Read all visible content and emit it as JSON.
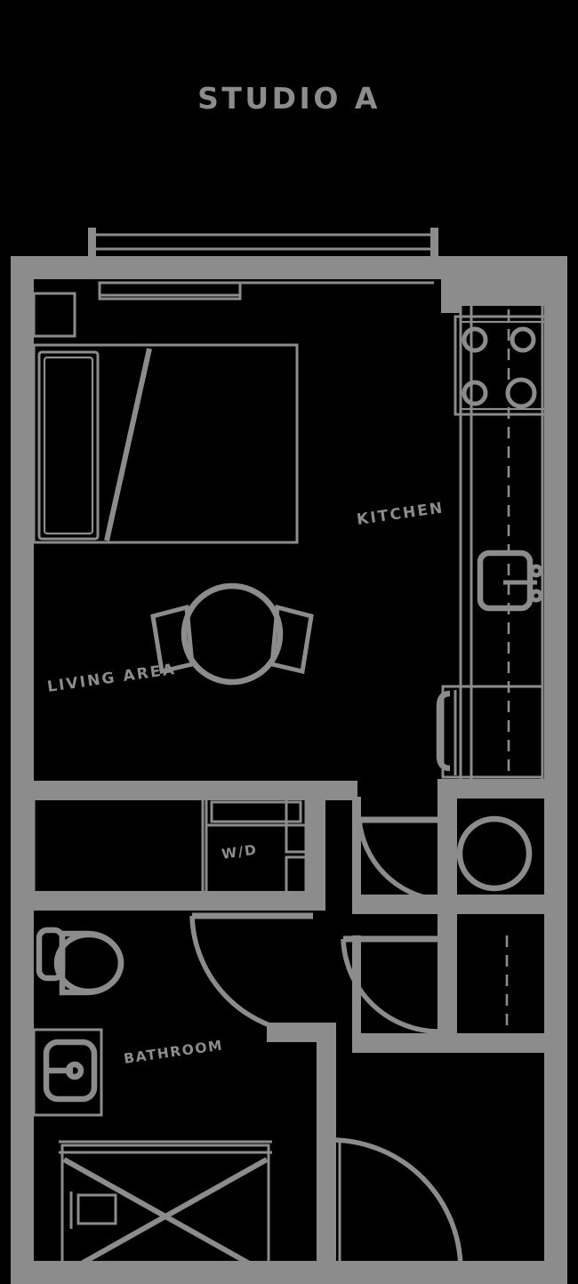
{
  "plan": {
    "title": "STUDIO A",
    "unit_type": "studio-apartment-floor-plan",
    "colors": {
      "background": "#000000",
      "line": "#8c8c8c"
    },
    "rooms": [
      {
        "key": "living",
        "label": "LIVING AREA",
        "rotation_deg": -8
      },
      {
        "key": "kitchen",
        "label": "KITCHEN",
        "rotation_deg": -8
      },
      {
        "key": "bathroom",
        "label": "BATHROOM",
        "rotation_deg": -8
      },
      {
        "key": "laundry",
        "label": "W/D",
        "rotation_deg": -8
      }
    ],
    "fixtures": [
      {
        "key": "bed",
        "name": "bed"
      },
      {
        "key": "pillow",
        "name": "pillow"
      },
      {
        "key": "nightstand",
        "name": "nightstand"
      },
      {
        "key": "dining-table",
        "name": "round-dining-table"
      },
      {
        "key": "chair-left",
        "name": "dining-chair"
      },
      {
        "key": "chair-right",
        "name": "dining-chair"
      },
      {
        "key": "range",
        "name": "cooktop-range-four-burner"
      },
      {
        "key": "kitchen-sink",
        "name": "kitchen-sink"
      },
      {
        "key": "refrigerator",
        "name": "refrigerator"
      },
      {
        "key": "washer-dryer",
        "name": "stacked-washer-dryer"
      },
      {
        "key": "closet-shelf",
        "name": "closet-shelf"
      },
      {
        "key": "toilet",
        "name": "toilet"
      },
      {
        "key": "vanity-sink",
        "name": "bathroom-vanity-sink"
      },
      {
        "key": "shower",
        "name": "shower"
      },
      {
        "key": "entry-table",
        "name": "round-entry-table"
      },
      {
        "key": "window",
        "name": "window-band"
      },
      {
        "key": "entry-door",
        "name": "entry-door-swing"
      },
      {
        "key": "bath-door",
        "name": "bathroom-door-swing"
      },
      {
        "key": "closet-door-1",
        "name": "closet-door-swing"
      },
      {
        "key": "closet-door-2",
        "name": "closet-door-swing"
      }
    ]
  }
}
